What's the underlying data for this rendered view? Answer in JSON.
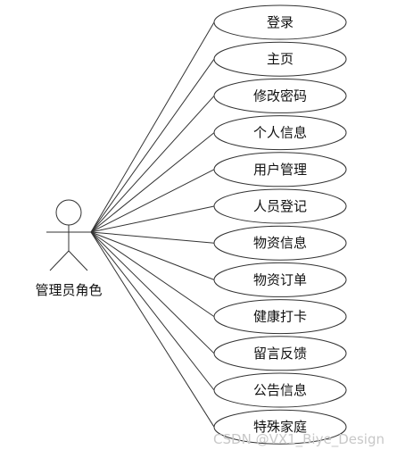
{
  "diagram": {
    "actor": {
      "label": "管理员角色"
    },
    "use_cases": [
      {
        "id": "uc-login",
        "label": "登录"
      },
      {
        "id": "uc-home",
        "label": "主页"
      },
      {
        "id": "uc-change-password",
        "label": "修改密码"
      },
      {
        "id": "uc-personal-info",
        "label": "个人信息"
      },
      {
        "id": "uc-user-management",
        "label": "用户管理"
      },
      {
        "id": "uc-staff-registration",
        "label": "人员登记"
      },
      {
        "id": "uc-supplies-info",
        "label": "物资信息"
      },
      {
        "id": "uc-supplies-order",
        "label": "物资订单"
      },
      {
        "id": "uc-health-checkin",
        "label": "健康打卡"
      },
      {
        "id": "uc-feedback",
        "label": "留言反馈"
      },
      {
        "id": "uc-announcement",
        "label": "公告信息"
      },
      {
        "id": "uc-special-family",
        "label": "特殊家庭"
      }
    ]
  },
  "watermark": "CSDN @VX1_Biye_Design"
}
